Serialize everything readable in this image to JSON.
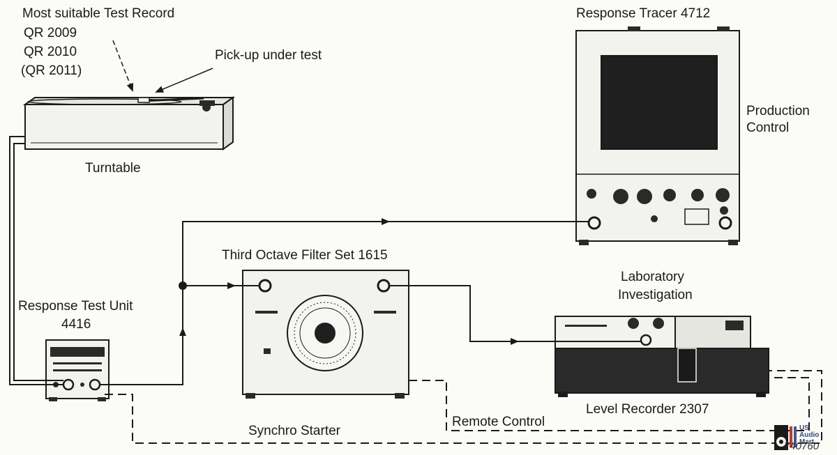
{
  "labels": {
    "test_record_title": "Most suitable Test Record",
    "test_record_1": "QR 2009",
    "test_record_2": "QR 2010",
    "test_record_3": "(QR 2011)",
    "pickup": "Pick-up under test",
    "turntable": "Turntable",
    "response_tracer": "Response Tracer 4712",
    "production_control_1": "Production",
    "production_control_2": "Control",
    "filter_set": "Third Octave Filter Set 1615",
    "response_test_unit_1": "Response Test Unit",
    "response_test_unit_2": "4416",
    "laboratory_1": "Laboratory",
    "laboratory_2": "Investigation",
    "level_recorder": "Level Recorder 2307",
    "synchro_starter": "Synchro Starter",
    "remote_control": "Remote Control",
    "figure_number": "740760"
  },
  "logo": {
    "text_1": "US",
    "text_2": "Audio",
    "text_3": "Mart"
  },
  "colors": {
    "ink": "#1a1a1a",
    "equipment_body": "#f2f2ee",
    "dark_panel": "#2a2a2a",
    "screen": "#1f1f1f",
    "logo_red": "#c0392b",
    "logo_blue": "#3a5a9a"
  }
}
